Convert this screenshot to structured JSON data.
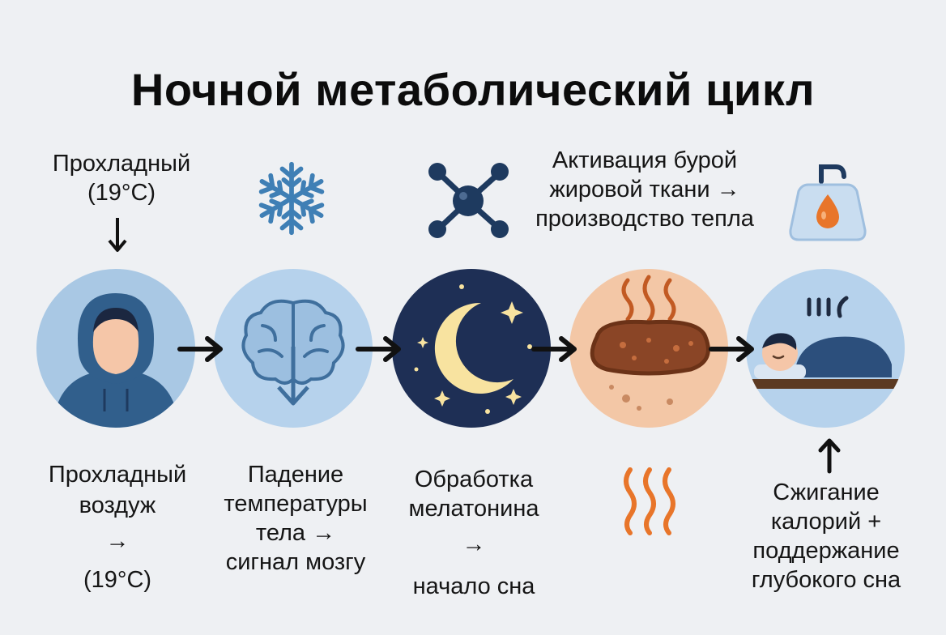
{
  "title": "Ночной метаболический цикл",
  "steps": [
    {
      "top_label": [
        "Прохладный",
        "(19°C)"
      ],
      "bottom_label": [
        "Прохладный",
        "воздуж",
        "→",
        "(19°C)"
      ],
      "icon": "person-hoodie-icon",
      "circle_color": "#a9c8e4"
    },
    {
      "top_icon": "snowflake-icon",
      "bottom_label": [
        "Падение",
        "температуры",
        "тела →",
        "сигнал мозгу"
      ],
      "icon": "brain-down-arrow-icon",
      "circle_color": "#b6d2ec"
    },
    {
      "top_icon": "molecule-icon",
      "bottom_label": [
        "Обработка",
        "мелатонина",
        "→",
        "начало сна"
      ],
      "icon": "moon-stars-icon",
      "circle_color": "#1e2f55"
    },
    {
      "top_label": [
        "Активация бурой",
        "жировой ткани →",
        "производство тепла"
      ],
      "bottom_icon": "heat-waves-icon",
      "icon": "brown-fat-cell-icon",
      "circle_color": "#f3c7a6"
    },
    {
      "top_icon": "fat-drop-weight-icon",
      "bottom_label": [
        "Сжигание",
        "калорий +",
        "поддержание",
        "глубокого сна"
      ],
      "icon": "sleeping-person-icon",
      "circle_color": "#b6d2ec"
    }
  ],
  "colors": {
    "navy": "#1e3a5f",
    "steel_blue": "#3f6f9d",
    "light_blue": "#b6d2ec",
    "peach": "#f3c7a6",
    "orange": "#e8752a",
    "brown": "#7a3f1d",
    "moon": "#f8e3a0"
  }
}
